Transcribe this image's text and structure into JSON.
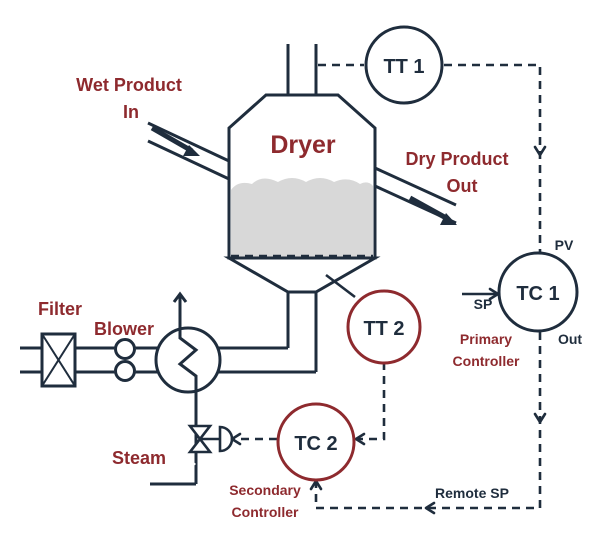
{
  "colors": {
    "accent": "#8e2a2e",
    "line": "#1f2d3d",
    "product": "#d8d8d8"
  },
  "labels": {
    "wet_product_line1": "Wet Product",
    "wet_product_line2": "In",
    "dryer": "Dryer",
    "dry_product_line1": "Dry Product",
    "dry_product_line2": "Out",
    "filter": "Filter",
    "blower": "Blower",
    "steam": "Steam",
    "pv": "PV",
    "sp": "SP",
    "out": "Out",
    "primary_line1": "Primary",
    "primary_line2": "Controller",
    "secondary_line1": "Secondary",
    "secondary_line2": "Controller",
    "remote_sp": "Remote SP"
  },
  "instruments": {
    "tt1": "TT 1",
    "tt2": "TT 2",
    "tc1": "TC 1",
    "tc2": "TC 2"
  }
}
